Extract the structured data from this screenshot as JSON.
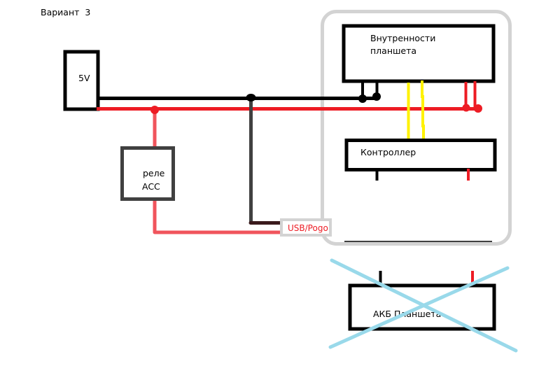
{
  "title": "Вариант  3",
  "colors": {
    "black_wire": "#000000",
    "red_wire": "#ed1c24",
    "relay_wire": "#f0545c",
    "dark_wire": "#3a1a1c",
    "gray_wire": "#404040",
    "yellow_wire": "#fff200",
    "tablet_outline": "#d3d3d3",
    "cross": "#99d9ea",
    "usb_text": "#ed1c24"
  },
  "blocks": {
    "power_supply": {
      "label": "5V"
    },
    "relay": {
      "line1": "реле",
      "line2": "ACC"
    },
    "usb_connector": {
      "label": "USB/Pogo"
    },
    "tablet_internals": {
      "line1": "Внутренности",
      "line2": "планшета"
    },
    "controller": {
      "label": "Контроллер"
    },
    "tablet_battery": {
      "label": "АКБ Планшета",
      "removed": true
    }
  }
}
